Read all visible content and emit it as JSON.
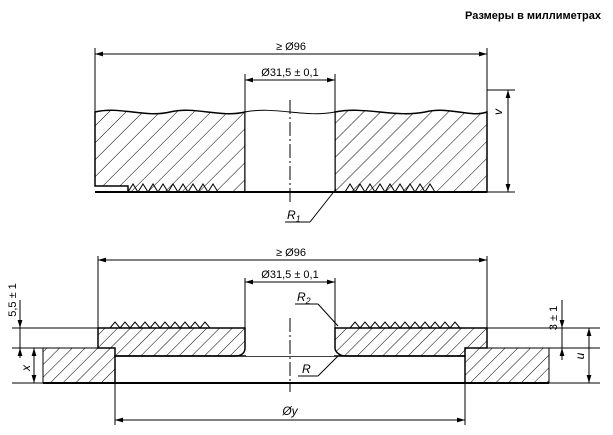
{
  "note": "Размеры в миллиметрах",
  "upper": {
    "outer_dim": "≥ Ø96",
    "bore_dim": "Ø31,5 ± 0,1",
    "height_label": "v",
    "radius_label": "R",
    "radius_sub": "1"
  },
  "lower": {
    "outer_dim": "≥ Ø96",
    "bore_dim": "Ø31,5 ± 0,1",
    "radius2_label": "R",
    "radius2_sub": "2",
    "radius_label": "R",
    "left_dim": "5,5 ± 1",
    "x_label": "x",
    "right_dim": "3 ± 1",
    "u_label": "u",
    "y_label": "Øy"
  }
}
